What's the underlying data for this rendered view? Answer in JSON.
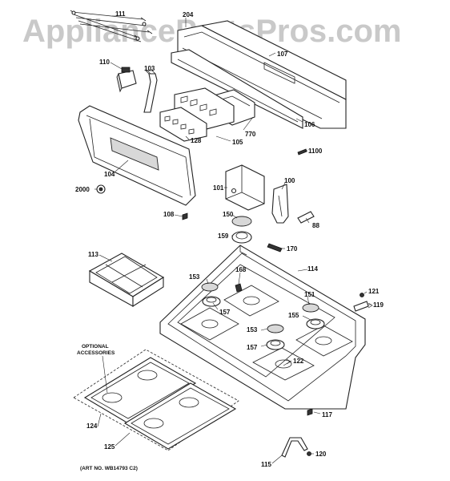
{
  "watermark": "AppliancePartsPros.com",
  "art_number": "(ART NO. WB14793 C2)",
  "optional_accessories": [
    "OPTIONAL",
    "ACCESSORIES"
  ],
  "callouts": {
    "c111": "111",
    "c204": "204",
    "c107": "107",
    "c110": "110",
    "c103": "103",
    "c770": "770",
    "c106": "106",
    "c128": "128",
    "c105": "105",
    "c1100": "1100",
    "c104": "104",
    "c2000": "2000",
    "c101": "101",
    "c100": "100",
    "c108": "108",
    "c150": "150",
    "c88": "88",
    "c159": "159",
    "c170": "170",
    "c113": "113",
    "c168": "168",
    "c114": "114",
    "c153a": "153",
    "c157a": "157",
    "c151": "151",
    "c121": "121",
    "c119": "119",
    "c155": "155",
    "c153b": "153",
    "c157b": "157",
    "c122": "122",
    "c124": "124",
    "c125": "125",
    "c117": "117",
    "c120": "120",
    "c115": "115"
  }
}
